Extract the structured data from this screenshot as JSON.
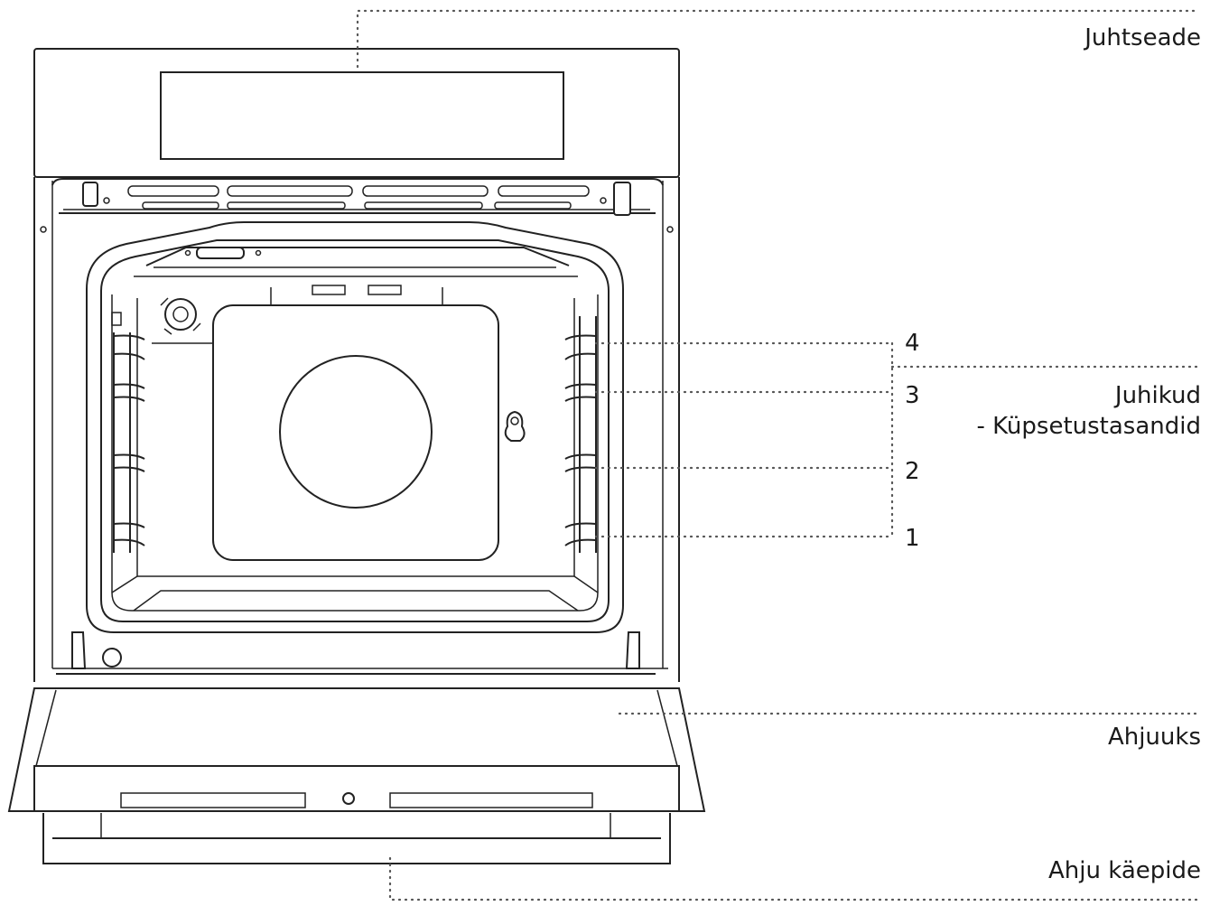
{
  "labels": {
    "control_unit": "Juhtseade",
    "guides_line1": "Juhikud",
    "guides_line2": "- Küpsetustasandid",
    "oven_door": "Ahjuuks",
    "oven_handle": "Ahju käepide"
  },
  "levels": [
    "4",
    "3",
    "2",
    "1"
  ],
  "colors": {
    "line": "#222222",
    "background": "#ffffff"
  }
}
